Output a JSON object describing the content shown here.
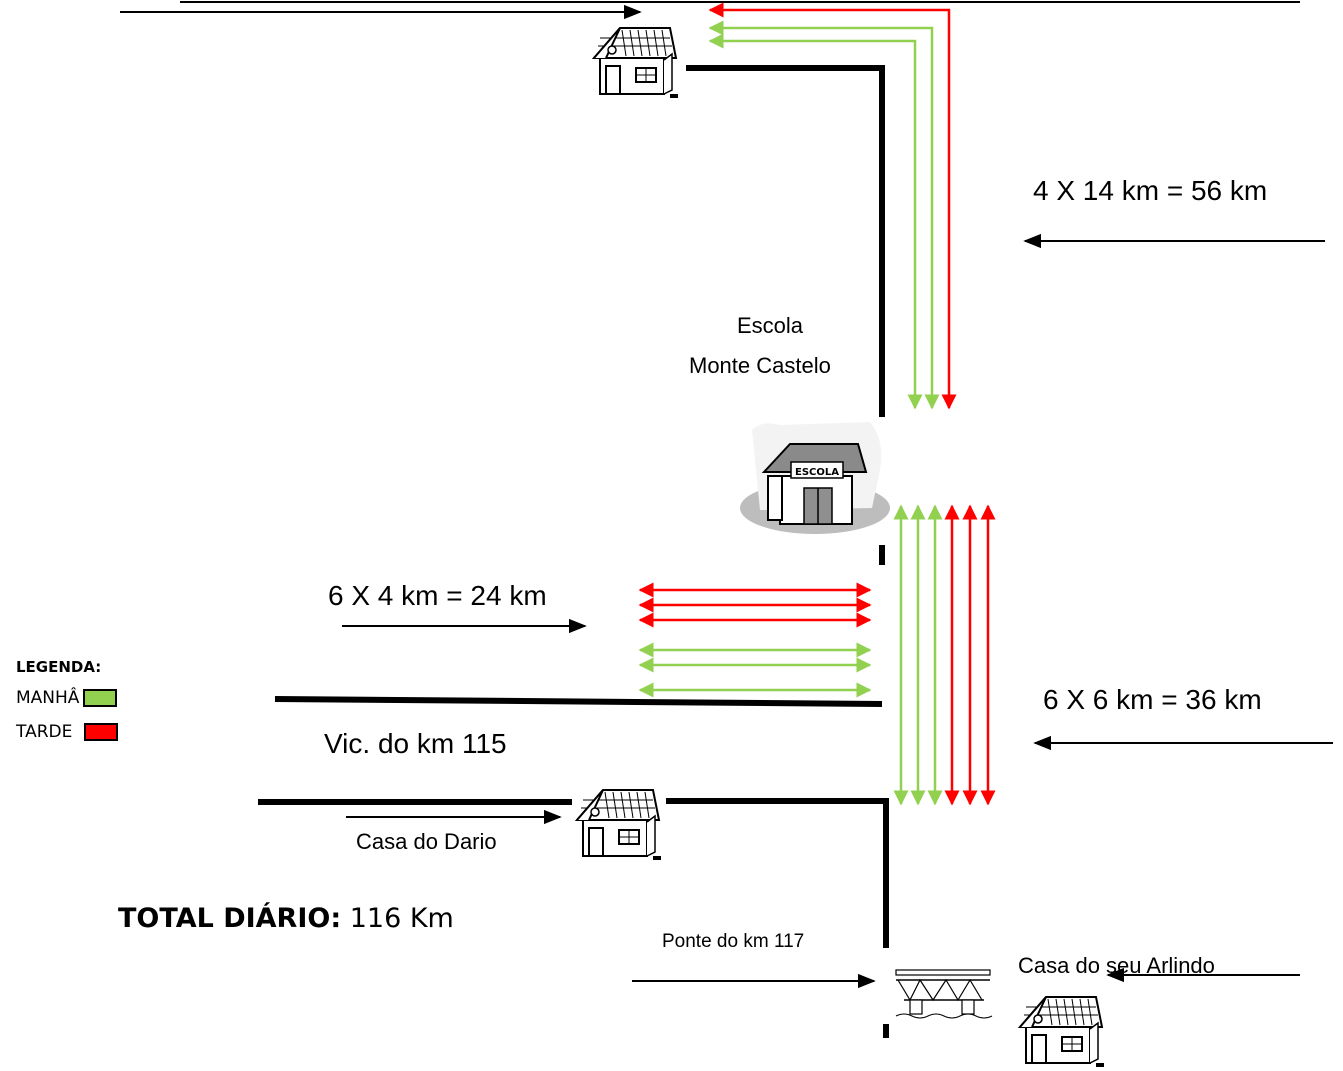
{
  "diagram": {
    "school": {
      "name_line1": "Escola",
      "name_line2": "Monte Castelo",
      "sign": "ESCOLA"
    },
    "places": {
      "vicinal": "Vic. do km 115",
      "casa_dario": "Casa do Dario",
      "ponte": "Ponte do km 117",
      "casa_arlindo": "Casa do seu Arlindo"
    },
    "segments": {
      "north": "4 X 14 km = 56 km",
      "west": "6 X 4 km = 24 km",
      "south": "6 X 6 km = 36 km"
    },
    "legend": {
      "title": "LEGENDA:",
      "items": [
        {
          "label": "MANHÂ",
          "color": "#92d050"
        },
        {
          "label": "TARDE",
          "color": "#ff0000"
        }
      ]
    },
    "total": {
      "label": "TOTAL DIÁRIO:",
      "value": "116 Km"
    },
    "colors": {
      "morning": "#92d050",
      "afternoon": "#ff0000",
      "road": "#000000"
    }
  }
}
